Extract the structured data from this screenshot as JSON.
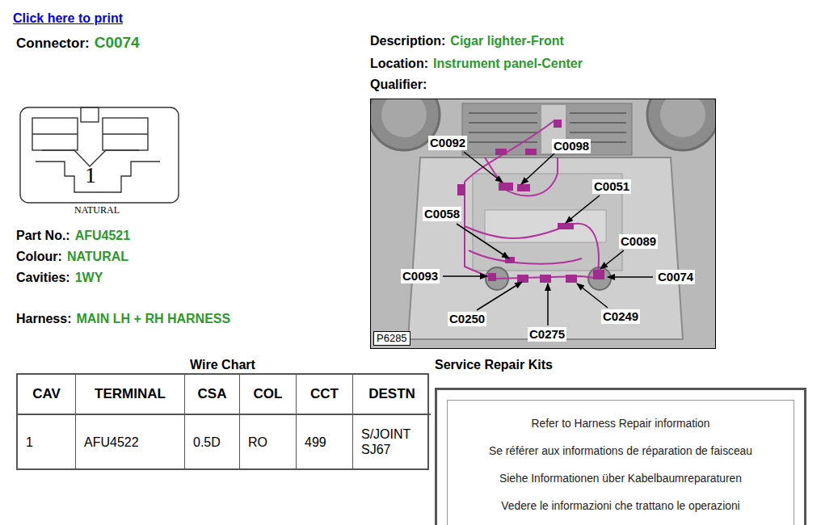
{
  "diagram": {
    "nodes": [
      {
        "text": [
          "Service Repair Kits",
          "Refer to Harness Repair information",
          "Se référer aux informations de réparation de faisceau",
          "Siehe Informationen über Kabelbaumreparaturen",
          "Vedere le informazioni che trattano le operazioni"
        ]
      }
    ],
    "labels": [
      "Click here to print",
      "Connector:",
      "C0074",
      "1",
      "NATURAL",
      "Part No.:",
      "AFU4521",
      "Colour:",
      "NATURAL",
      "Cavities:",
      "1WY",
      "Harness:",
      "MAIN LH + RH HARNESS",
      "Description:",
      "Cigar lighter-Front",
      "Location:",
      "Instrument panel-Center",
      "Qualifier:",
      "C0092",
      "C0098",
      "C0051",
      "C0058",
      "C0089",
      "C0093",
      "C0074",
      "C0250",
      "C0249",
      "C0275",
      "P6285",
      "Wire Chart",
      "CAV",
      "TERMINAL",
      "CSA",
      "COL",
      "CCT",
      "DESTN",
      "1",
      "AFU4522",
      "0.5D",
      "RO",
      "499",
      "S/JOINT SJ67"
    ]
  }
}
